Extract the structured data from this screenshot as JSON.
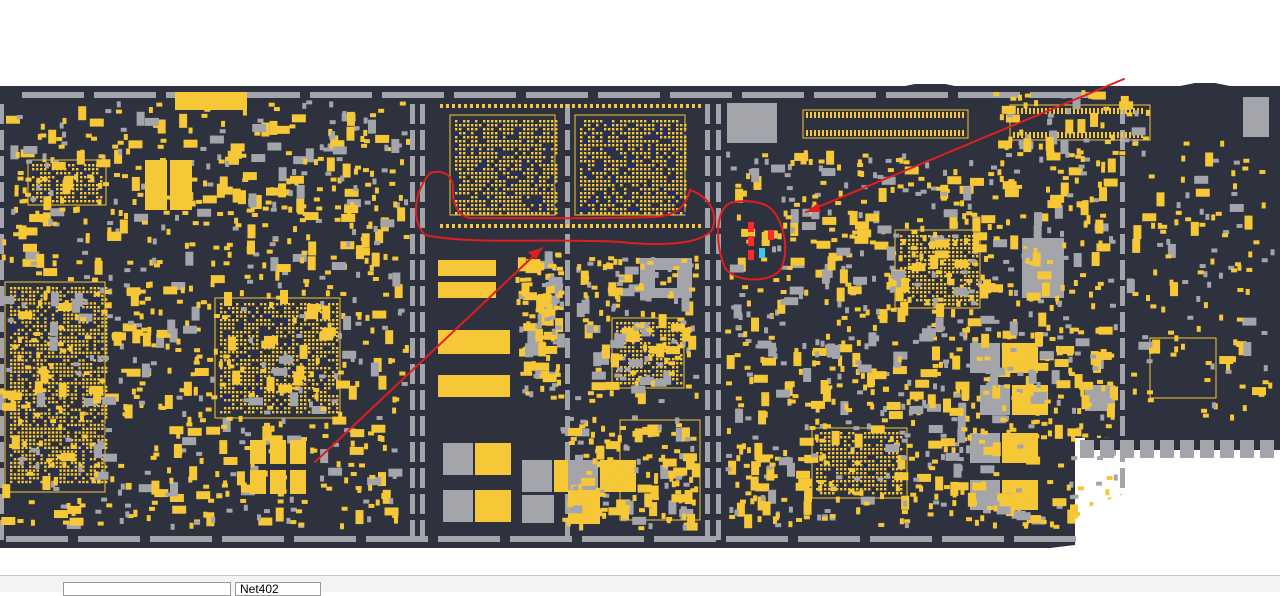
{
  "viewer": {
    "board_color": "#2d323e",
    "pad_yellow": "#f6c737",
    "pad_gray": "#a4a4ab",
    "pin_blue": "#1f2a9c",
    "annotation_red": "#e01e1e",
    "pad_highlight": "#ff2a2a",
    "pad_selected": "#3cc8e6"
  },
  "status_bar": {
    "search_value": "",
    "net_value": "Net402"
  },
  "annotations": [
    {
      "name": "circle-bga-upper",
      "kind": "outline"
    },
    {
      "name": "circle-small-cluster",
      "kind": "outline"
    },
    {
      "name": "arrow-to-bga",
      "kind": "arrow"
    },
    {
      "name": "arrow-to-cluster",
      "kind": "arrow"
    }
  ]
}
